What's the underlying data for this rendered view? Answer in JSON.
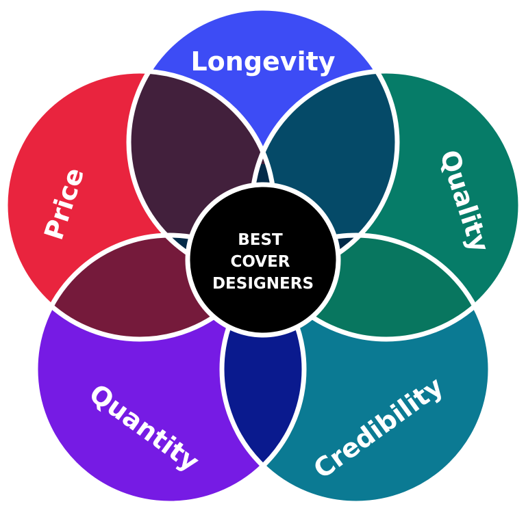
{
  "center": {
    "lines": [
      "BEST",
      "COVER",
      "DESIGNERS"
    ],
    "color": "#000000"
  },
  "petals": [
    {
      "label": "Longevity",
      "color": "#3D4CF5"
    },
    {
      "label": "Quality",
      "color": "#067C68"
    },
    {
      "label": "Credibility",
      "color": "#0B7A93"
    },
    {
      "label": "Quantity",
      "color": "#761BE4"
    },
    {
      "label": "Price",
      "color": "#E9243E"
    }
  ],
  "overlaps": [
    {
      "between": [
        "Longevity",
        "Quality"
      ],
      "color": "#054A68"
    },
    {
      "between": [
        "Quality",
        "Credibility"
      ],
      "color": "#08765F"
    },
    {
      "between": [
        "Credibility",
        "Quantity"
      ],
      "color": "#0A1A8E"
    },
    {
      "between": [
        "Quantity",
        "Price"
      ],
      "color": "#751A3B"
    },
    {
      "between": [
        "Price",
        "Longevity"
      ],
      "color": "#42203C"
    }
  ],
  "inner_overlap_color": "#032A48",
  "outline_color": "#ffffff"
}
